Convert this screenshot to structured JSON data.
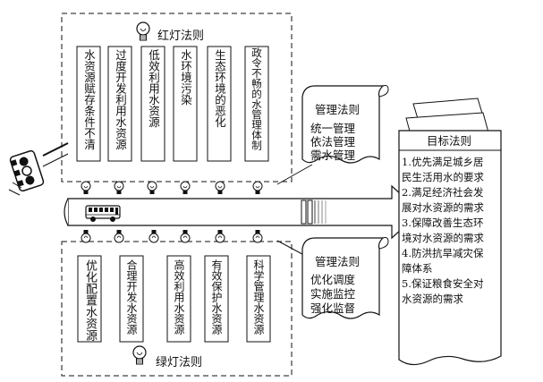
{
  "red_light": {
    "title": "红灯法则",
    "items": [
      "水资源赋存条件不清",
      "过度开发利用水资源",
      "低效利用水资源",
      "水环境污染",
      "生态环境的恶化",
      "政令不畅的水管理体制"
    ]
  },
  "green_light": {
    "title": "绿灯法则",
    "items": [
      "优化配置水资源",
      "合理开发水资源",
      "高效利用水资源",
      "有效保护水资源",
      "科学管理水资源"
    ]
  },
  "management_top": {
    "title": "管理法则",
    "lines": [
      "统一管理",
      "依法管理",
      "需水管理"
    ]
  },
  "management_bottom": {
    "title": "管理法则",
    "lines": [
      "优化调度",
      "实施监控",
      "强化监督"
    ]
  },
  "goal": {
    "title": "目标法则",
    "lines": [
      "1.优先满足城乡居",
      "民生活用水的要求",
      "2.满足经济社会发",
      "展对水资源的需求",
      "3.保障改善生态环",
      "境对水资源的需求",
      "4.防洪抗旱减灾保",
      "障体系",
      "5.保证粮食安全对",
      "水资源的需求"
    ]
  },
  "colors": {
    "line": "#111111",
    "background": "#ffffff",
    "fill": "#ffffff"
  },
  "icons": [
    "lightbulb-icon",
    "traffic-light-icon",
    "bus-icon",
    "scroll-icon",
    "stacked-pages-icon"
  ]
}
